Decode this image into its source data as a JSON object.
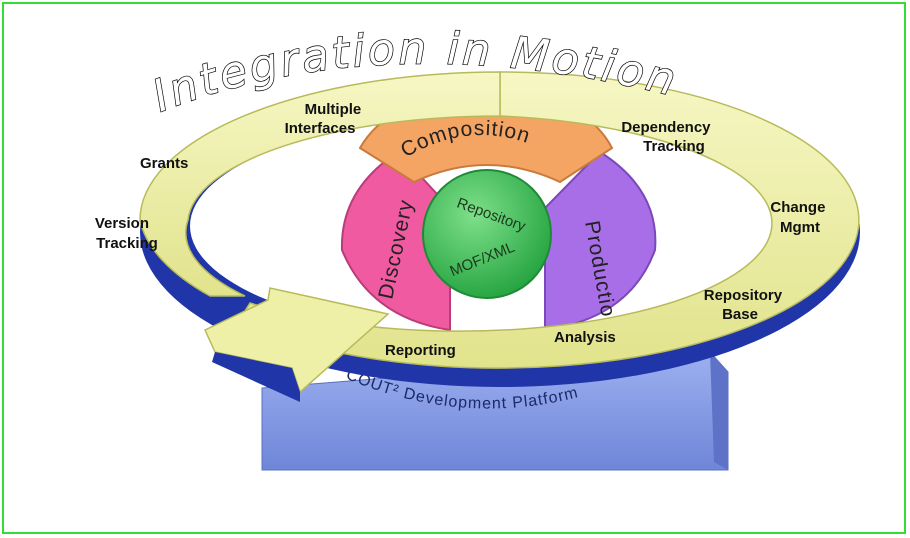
{
  "title": "Integration in Motion",
  "platform": {
    "label": "COUT² Development Platform"
  },
  "segments": {
    "top": "Composition",
    "right": "Production",
    "left": "Discovery"
  },
  "core": {
    "line1": "Repository",
    "line2": "MOF/XML"
  },
  "ring_labels": {
    "multiple_interfaces": [
      "Multiple",
      "Interfaces"
    ],
    "grants": "Grants",
    "version_tracking": [
      "Version",
      "Tracking"
    ],
    "dependency_tracking": [
      "Dependency",
      "Tracking"
    ],
    "change_mgmt": [
      "Change",
      "Mgmt"
    ],
    "repository_base": [
      "Repository",
      "Base"
    ],
    "analysis": "Analysis",
    "reporting": "Reporting"
  },
  "colors": {
    "frame_border": "#33dd33",
    "ring": "#eef0a8",
    "ring_shadow": "#1f35a8",
    "composition": "#f4a564",
    "production": "#a86ee8",
    "discovery": "#f05aa0",
    "core": "#33c04f",
    "platform": "#8ea2e6"
  }
}
